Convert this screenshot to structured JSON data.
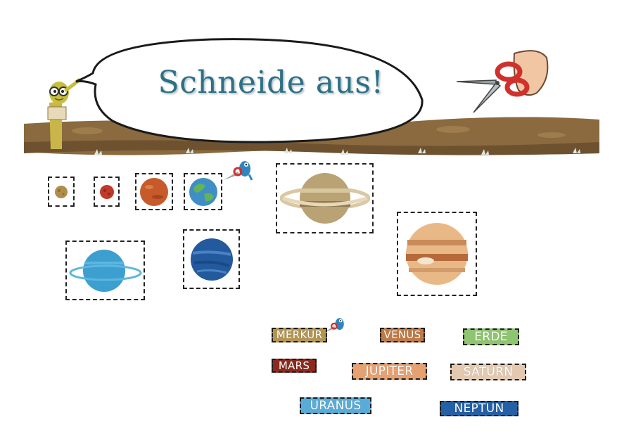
{
  "title": "Schneide aus!",
  "icons": {
    "mascot": "bookworm-mascot-icon",
    "scissors_large": "scissors-hand-icon",
    "scissors_small": "scissors-bird-icon"
  },
  "planets": [
    {
      "id": "merkur",
      "color": "#b08d4a"
    },
    {
      "id": "mars",
      "color": "#c0392b"
    },
    {
      "id": "venus",
      "color": "#c65a2a"
    },
    {
      "id": "erde",
      "color": "#3aa56b"
    },
    {
      "id": "saturn",
      "color": "#b9a274"
    },
    {
      "id": "jupiter",
      "color": "#d9935a"
    },
    {
      "id": "uranus",
      "color": "#3c9fd0"
    },
    {
      "id": "neptun",
      "color": "#235a9e"
    }
  ],
  "labels": [
    {
      "text": "MERKUR",
      "color": "#b39552"
    },
    {
      "text": "VENUS",
      "color": "#c07a46"
    },
    {
      "text": "ERDE",
      "color": "#8fc471"
    },
    {
      "text": "MARS",
      "color": "#8b2a1e"
    },
    {
      "text": "JUPITER",
      "color": "#e5a172"
    },
    {
      "text": "SATURN",
      "color": "#e2c9b0"
    },
    {
      "text": "URANUS",
      "color": "#59acd8"
    },
    {
      "text": "NEPTUN",
      "color": "#2460a6"
    }
  ]
}
